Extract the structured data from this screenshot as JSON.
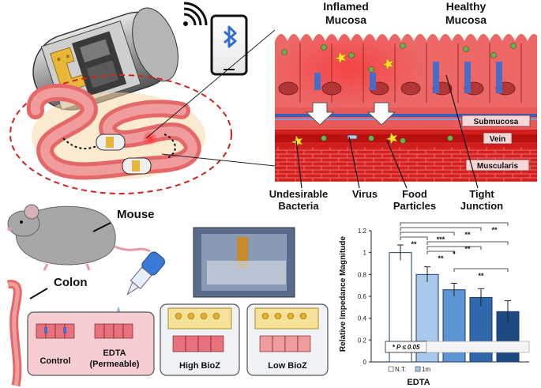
{
  "labels": {
    "inflamed_mucosa_line1": "Inflamed",
    "inflamed_mucosa_line2": "Mucosa",
    "healthy_mucosa_line1": "Healthy",
    "healthy_mucosa_line2": "Mucosa",
    "submucosa": "Submucosa",
    "vein": "Vein",
    "muscularis": "Muscularis",
    "undesirable_bacteria_line1": "Undesirable",
    "undesirable_bacteria_line2": "Bacteria",
    "virus": "Virus",
    "food_particles_line1": "Food",
    "food_particles_line2": "Particles",
    "tight_junction_line1": "Tight",
    "tight_junction_line2": "Junction",
    "mouse": "Mouse",
    "colon": "Colon",
    "control": "Control",
    "edta_line1": "EDTA",
    "edta_line2": "(Permeable)",
    "high_bioz": "High BioZ",
    "low_bioz": "Low BioZ"
  },
  "colors": {
    "tissue_red": "#e02a2a",
    "mucosa_glow": "#f04848",
    "muscularis_red": "#d81e1e",
    "vein_blue": "#3a5fb8",
    "bar_white": "#ffffff",
    "bar_light": "#a9c8ec",
    "bar_mid": "#5b95d4",
    "bar_dark": "#2f69ab",
    "bar_darkest": "#1c4a82",
    "sensor_gold": "#f2c84b",
    "panel_pink": "#f5cdd2"
  },
  "chart_data": {
    "type": "bar",
    "ylabel": "Relative Impedance Magnitude",
    "xlabel": "EDTA",
    "ylim": [
      0,
      1.2
    ],
    "yticks": [
      "0",
      "0.2",
      "0.4",
      "0.6",
      "0.8",
      "1",
      "1.2"
    ],
    "categories": [
      "N.T.",
      "1m",
      "",
      "",
      ""
    ],
    "values": [
      1.0,
      0.8,
      0.66,
      0.59,
      0.46
    ],
    "errors": [
      0.07,
      0.07,
      0.06,
      0.08,
      0.1
    ],
    "legend_visible": [
      "N.T.",
      "1m"
    ],
    "significance_note": "* P ≤ 0.05",
    "significance_brackets": [
      {
        "from": 0,
        "to": 1,
        "label": "**"
      },
      {
        "from": 0,
        "to": 2,
        "label": "***"
      },
      {
        "from": 0,
        "to": 3,
        "label": "**"
      },
      {
        "from": 0,
        "to": 4,
        "label": "**"
      },
      {
        "from": 1,
        "to": 2,
        "label": "**"
      },
      {
        "from": 1,
        "to": 3,
        "label": "*"
      },
      {
        "from": 1,
        "to": 4,
        "label": "**"
      },
      {
        "from": 2,
        "to": 4,
        "label": "**"
      }
    ]
  }
}
